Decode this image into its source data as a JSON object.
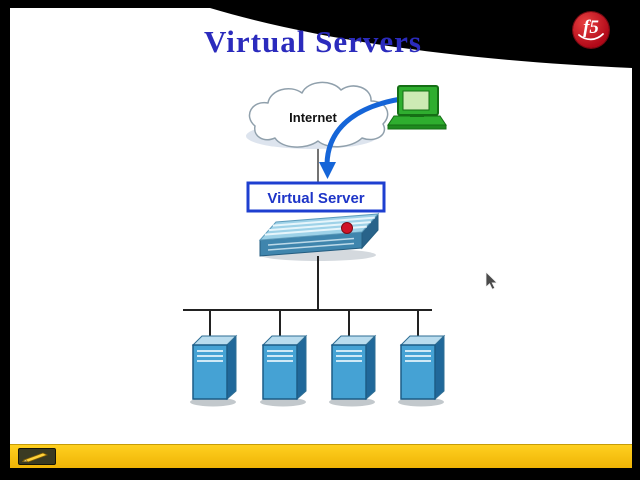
{
  "slide": {
    "title": "Virtual Servers"
  },
  "logo": {
    "text": "f5"
  },
  "diagram": {
    "internet_label": "Internet",
    "virtual_server_label": "Virtual Server",
    "server_count": 4
  },
  "toolbar": {
    "pen_icon": "pen-annotation-tool"
  },
  "colors": {
    "title_blue": "#2b2bbd",
    "logo_red": "#c01020",
    "arrow_blue": "#1565d8",
    "virtual_server_border": "#1e3fd0",
    "server_front_blue": "#45a2d4",
    "device_top_blue": "#9ed2e8",
    "computer_green": "#2fae2f",
    "toolbar_yellow": "#fdc40a",
    "background_black": "#000000"
  }
}
